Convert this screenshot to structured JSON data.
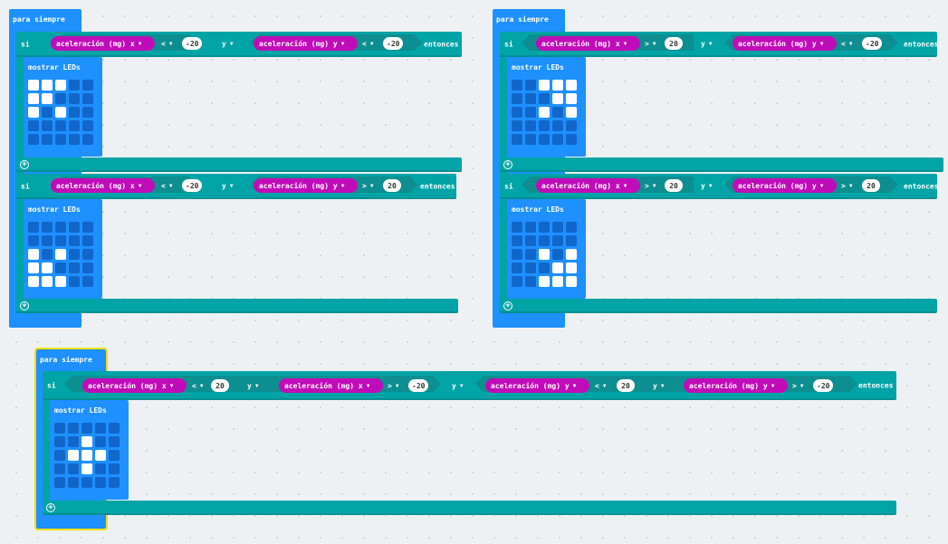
{
  "labels": {
    "forever": "para siempre",
    "if": "si",
    "then": "entonces",
    "and": "y",
    "show_leds": "mostrar LEDs",
    "accel_x": "aceleración (mg) x",
    "accel_y": "aceleración (mg) y",
    "lt": "<",
    "gt": ">",
    "neg20": "-20",
    "pos20": "20",
    "plus": "+"
  },
  "leds": {
    "b1a": [
      [
        1,
        1,
        1,
        0,
        0
      ],
      [
        1,
        1,
        0,
        0,
        0
      ],
      [
        1,
        0,
        1,
        0,
        0
      ],
      [
        0,
        0,
        0,
        0,
        0
      ],
      [
        0,
        0,
        0,
        0,
        0
      ]
    ],
    "b1b": [
      [
        0,
        0,
        0,
        0,
        0
      ],
      [
        0,
        0,
        0,
        0,
        0
      ],
      [
        1,
        0,
        1,
        0,
        0
      ],
      [
        1,
        1,
        0,
        0,
        0
      ],
      [
        1,
        1,
        1,
        0,
        0
      ]
    ],
    "b2a": [
      [
        0,
        0,
        1,
        1,
        1
      ],
      [
        0,
        0,
        0,
        1,
        1
      ],
      [
        0,
        0,
        1,
        0,
        1
      ],
      [
        0,
        0,
        0,
        0,
        0
      ],
      [
        0,
        0,
        0,
        0,
        0
      ]
    ],
    "b2b": [
      [
        0,
        0,
        0,
        0,
        0
      ],
      [
        0,
        0,
        0,
        0,
        0
      ],
      [
        0,
        0,
        1,
        0,
        1
      ],
      [
        0,
        0,
        0,
        1,
        1
      ],
      [
        0,
        0,
        1,
        1,
        1
      ]
    ],
    "b3": [
      [
        0,
        0,
        0,
        0,
        0
      ],
      [
        0,
        0,
        1,
        0,
        0
      ],
      [
        0,
        1,
        1,
        1,
        0
      ],
      [
        0,
        0,
        1,
        0,
        0
      ],
      [
        0,
        0,
        0,
        0,
        0
      ]
    ]
  }
}
